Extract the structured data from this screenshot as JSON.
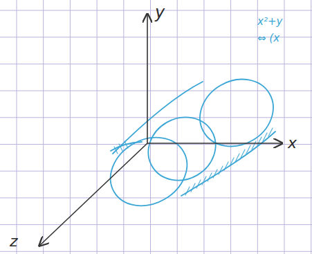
{
  "diagram": {
    "labels": [
      "y",
      "x",
      "z",
      "x²+y",
      "⇔ (x"
    ]
  }
}
